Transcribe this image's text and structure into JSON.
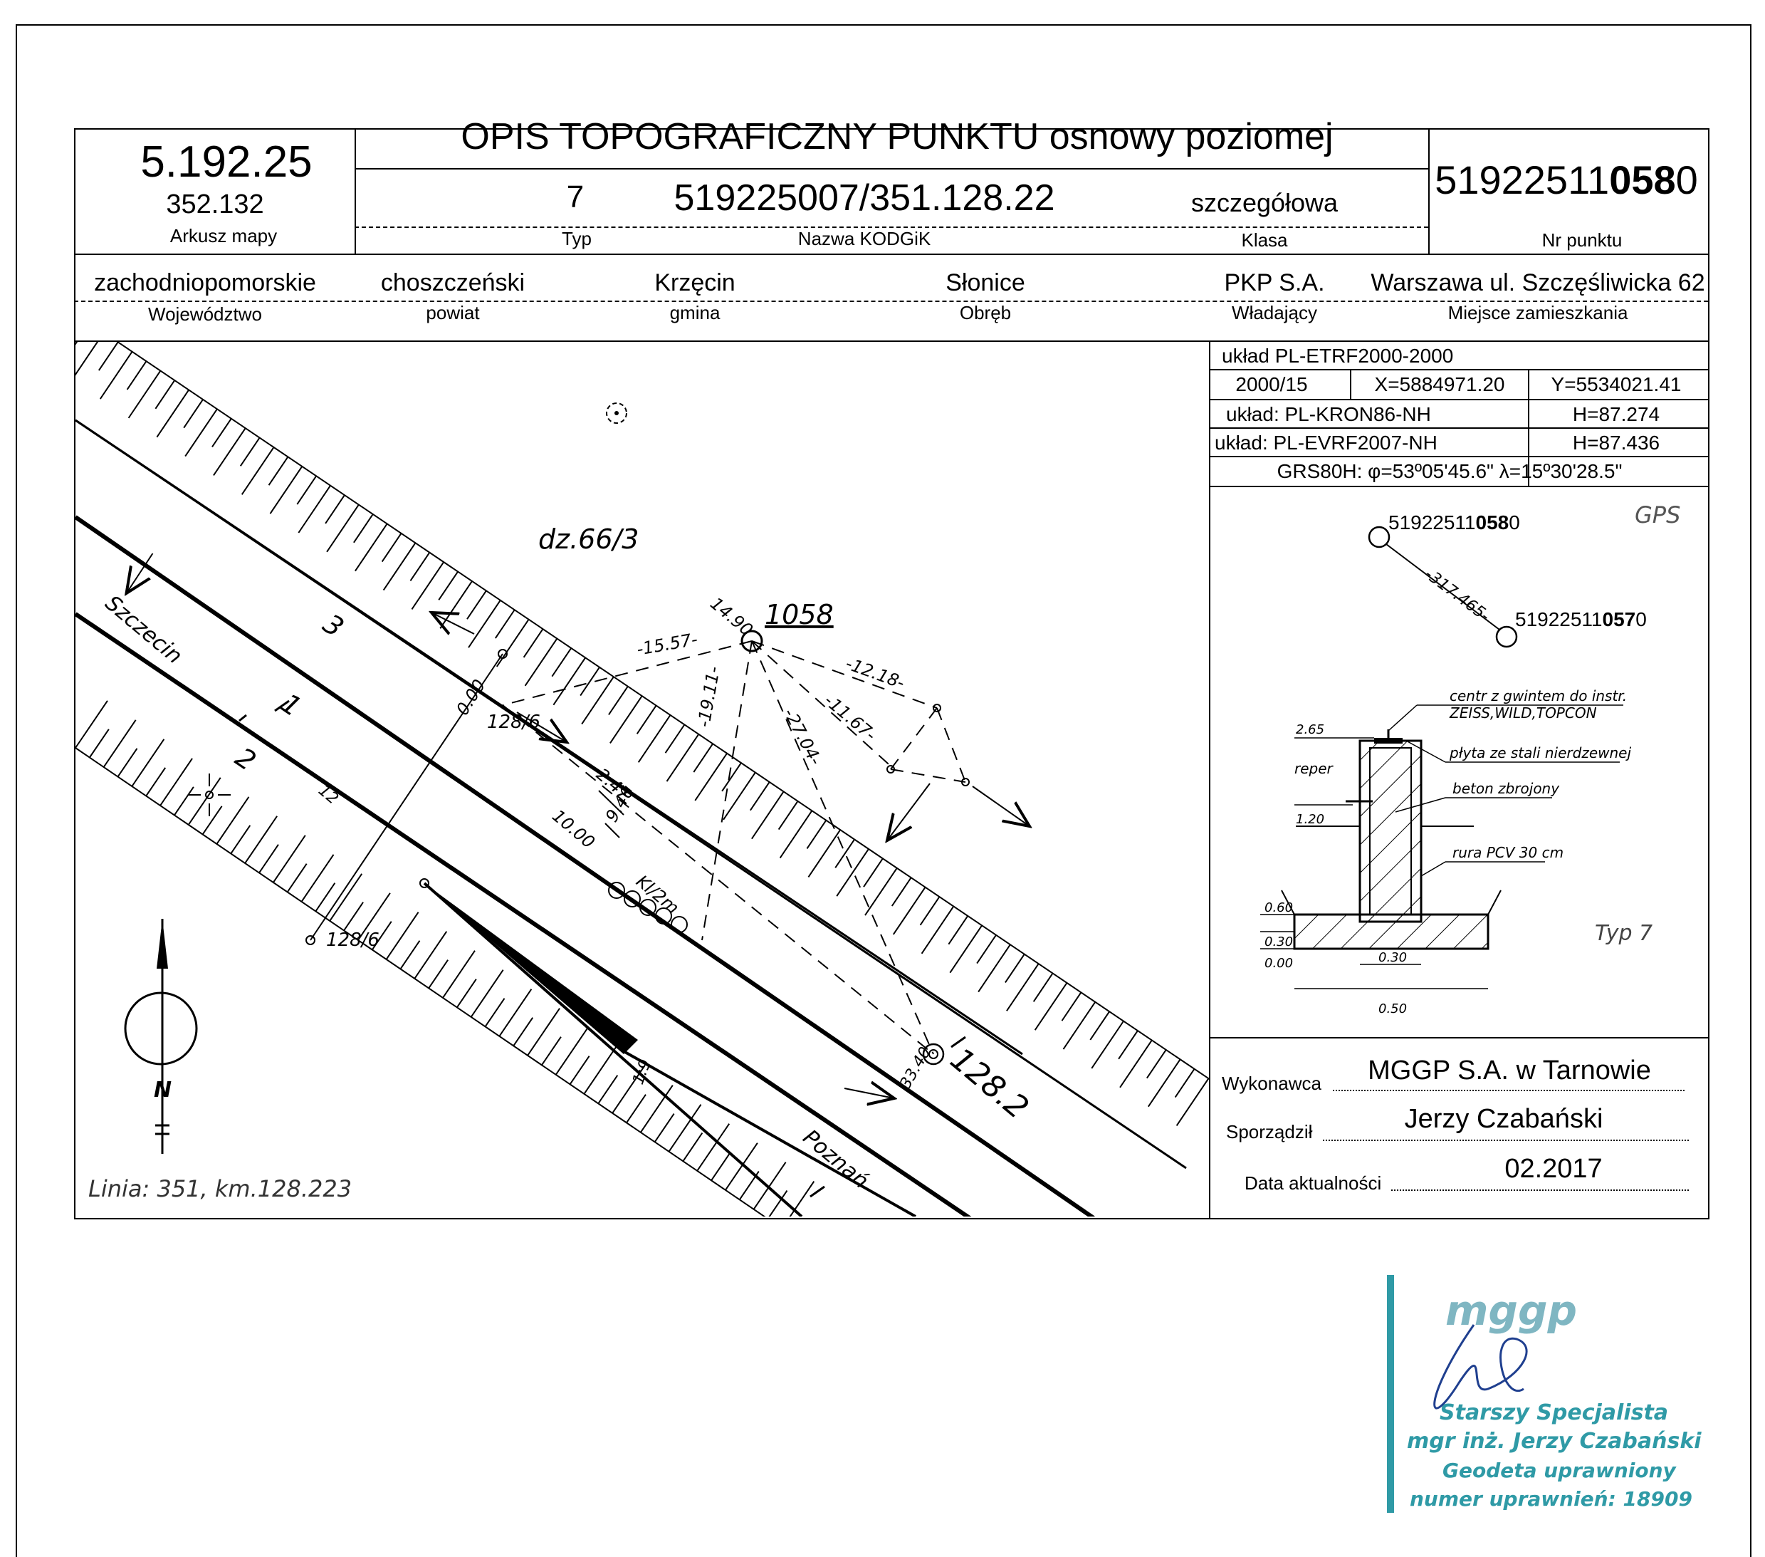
{
  "header": {
    "title": "OPIS TOPOGRAFICZNY PUNKTU osnowy poziomej",
    "map_sheet": "5.192.25",
    "map_sheet_sub": "352.132",
    "map_sheet_label": "Arkusz mapy",
    "type_value": "7",
    "type_label": "Typ",
    "kodgik_value": "519225007/351.128.22",
    "kodgik_label": "Nazwa KODGiK",
    "class_value": "szczegółowa",
    "class_label": "Klasa",
    "point_nr_a": "51922511",
    "point_nr_b": "058",
    "point_nr_c": "0",
    "point_nr_label": "Nr punktu"
  },
  "location": {
    "voivodeship": "zachodniopomorskie",
    "voivodeship_label": "Województwo",
    "county": "choszczeński",
    "county_label": "powiat",
    "commune": "Krzęcin",
    "commune_label": "gmina",
    "precinct": "Słonice",
    "precinct_label": "Obręb",
    "owner": "PKP S.A.",
    "owner_label": "Władający",
    "residence": "Warszawa ul. Szczęśliwicka 62",
    "residence_label": "Miejsce zamieszkania"
  },
  "coordinates": {
    "system1": "układ PL-ETRF2000-2000",
    "zone": "2000/15",
    "x": "X=5884971.20",
    "y": "Y=5534021.41",
    "system2": "układ: PL-KRON86-NH",
    "h1": "H=87.274",
    "system3": "układ: PL-EVRF2007-NH",
    "h2": "H=87.436",
    "grs": "GRS80H: φ=53º05'45.6\" λ=15º30'28.5\""
  },
  "gps": {
    "label": "GPS",
    "point1_a": "51922511",
    "point1_b": "058",
    "point1_c": "0",
    "point2_a": "51922511",
    "point2_b": "057",
    "point2_c": "0",
    "distance": "-317.465-"
  },
  "construction": {
    "note1": "centr z gwintem do instr.",
    "note2": "ZEISS,WILD,TOPCON",
    "note3": "płyta ze stali nierdzewnej",
    "note4": "beton zbrojony",
    "note5": "rura PCV 30 cm",
    "reper": "reper",
    "lv_265": "2.65",
    "lv_120": "1.20",
    "lv_060": "0.60",
    "lv_030": "0.30",
    "lv_000": "0.00",
    "w_030": "0.30",
    "w_050": "0.50",
    "type": "Typ 7"
  },
  "footer": {
    "contractor_label": "Wykonawca",
    "contractor": "MGGP S.A.  w Tarnowie",
    "author_label": "Sporządził",
    "author": "Jerzy Czabański",
    "date_label": "Data aktualności",
    "date": "02.2017"
  },
  "sketch": {
    "parcel": "dz.66/3",
    "point": "1058",
    "track3": "3",
    "track1": "1",
    "track2": "2",
    "to_szczecin": "Szczecin",
    "to_poznan": "Poznań",
    "d1490": "14.90",
    "d1557": "-15.57-",
    "d1218": "-12.18-",
    "d1167": "-11.67-",
    "d1911": "-19.11-",
    "d2704": "-27.04-",
    "d247": "2.47",
    "d946": "9.46",
    "d1000": "10.00",
    "d000": "0.00",
    "km1": "128/6",
    "km2": "128/6",
    "d12": "12",
    "kl": "Kl/2m",
    "km_big": "128.2",
    "d3340": "33.40",
    "slope": "1:9",
    "line": "Linia: 351, km.128.223",
    "north": "N"
  },
  "stamp": {
    "logo": "mggp",
    "line1": "Starszy Specjalista",
    "line2": "mgr inż. Jerzy Czabański",
    "line3": "Geodeta uprawniony",
    "line4": "numer uprawnień: 18909"
  }
}
